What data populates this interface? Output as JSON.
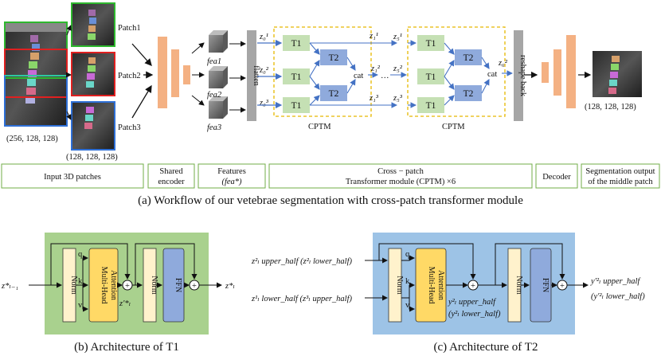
{
  "workflow": {
    "patches": [
      "Patch1",
      "Patch2",
      "Patch3"
    ],
    "input_size": "(256, 128, 128)",
    "patch_size": "(128, 128, 128)",
    "output_size": "(128, 128, 128)",
    "features": [
      "fea1",
      "fea2",
      "fea3"
    ],
    "flatten_label": "flatten",
    "reshape_label": "reshape back",
    "cptm_label": "CPTM",
    "t1_label": "T1",
    "t2_label": "T2",
    "cat_label": "cat",
    "ellipsis": "…",
    "z_in": [
      "z₀¹",
      "z₀²",
      "z₀³"
    ],
    "z_mid": [
      "z₁¹",
      "z₁²",
      "z₁³"
    ],
    "z_last": [
      "z₅¹",
      "z₅²",
      "z₅³"
    ],
    "z_out": "z₆²"
  },
  "stage_boxes": {
    "input": "Input 3D patches",
    "encoder_line1": "Shared",
    "encoder_line2": "encoder",
    "features_line1": "Features",
    "features_line2": "(fea*)",
    "cptm_line1": "Cross − patch",
    "cptm_line2": "Transformer module (CPTM) ×6",
    "decoder": "Decoder",
    "segout_line1": "Segmentation output",
    "segout_line2": "of the middle patch"
  },
  "captions": {
    "a": "(a) Workflow of our vetebrae segmentation with cross-patch transformer module",
    "b": "(b) Architecture of T1",
    "c": "(c) Architecture of T2"
  },
  "t1_block": {
    "norm": "Norm",
    "mha_line1": "Multi-Head",
    "mha_line2": "Attention",
    "ffn": "FFN",
    "qkv": [
      "q",
      "k",
      "v"
    ],
    "input": "z*ₗ₋₁",
    "mid": "z'*ₗ",
    "output": "z*ₗ",
    "plus": "+"
  },
  "t2_block": {
    "norm": "Norm",
    "mha_line1": "Multi-Head",
    "mha_line2": "Attention",
    "ffn": "FFN",
    "qkv": [
      "q",
      "k",
      "v"
    ],
    "input_top": "z²ₗ upper_half (z²ₗ lower_half)",
    "input_bottom": "z¹ₗ lower_half (z³ₗ upper_half)",
    "mid_line1": "y²ₗ upper_half",
    "mid_line2": "(y²ₗ lower_half)",
    "out_line1": "y'²ₗ upper_half",
    "out_line2": "(y'²ₗ lower_half)",
    "plus": "+"
  },
  "colors": {
    "orange": "#f4b183",
    "t1_green": "#c5e0b4",
    "t2_blue": "#8faadc",
    "cptm_border": "#e6b800",
    "panel_b_bg": "#a9d18e",
    "panel_c_bg": "#9dc3e6",
    "mha_yellow": "#ffd966",
    "ffn_blue": "#8faadc",
    "norm_cream": "#fff2cc",
    "stage_border": "#70ad47",
    "arrow_blue": "#4472c4"
  }
}
